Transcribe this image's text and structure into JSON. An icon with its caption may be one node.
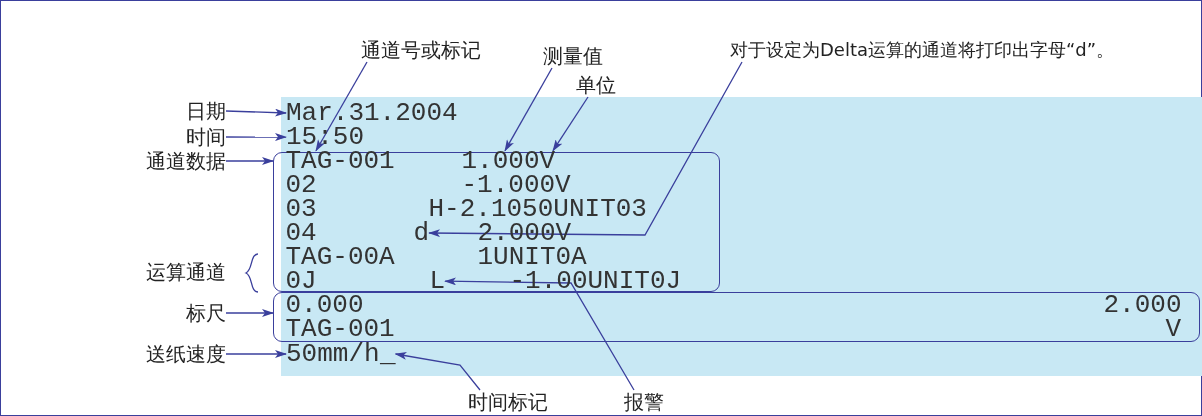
{
  "diagram": {
    "nodes": [
      {
        "text": [
          "通道号或标记"
        ]
      },
      {
        "text": [
          "测量值"
        ]
      },
      {
        "text": [
          "对于设定为Delta运算的通道将打印出字母“d”。"
        ]
      },
      {
        "text": [
          "单位"
        ]
      },
      {
        "text": [
          "日期"
        ]
      },
      {
        "text": [
          "Mar.31.2004"
        ]
      },
      {
        "text": [
          "时间"
        ]
      },
      {
        "text": [
          "15:50"
        ]
      },
      {
        "text": [
          "通道数据"
        ]
      },
      {
        "text": [],
        "shape": "box"
      },
      {
        "text": [
          "TAG-001"
        ],
        "in": 9
      },
      {
        "text": [
          "1.000"
        ],
        "in": 9
      },
      {
        "text": [
          "V"
        ],
        "in": 9
      },
      {
        "text": [
          "02"
        ],
        "in": 9
      },
      {
        "text": [
          "-1.000V"
        ],
        "in": 9
      },
      {
        "text": [
          "03"
        ],
        "in": 9
      },
      {
        "text": [
          "H-2.1050UNIT03"
        ],
        "in": 9
      },
      {
        "text": [
          "04"
        ],
        "in": 9
      },
      {
        "text": [
          "d"
        ],
        "in": 9
      },
      {
        "text": [
          "2.000V"
        ],
        "in": 9
      },
      {
        "text": [
          "TAG-00A"
        ],
        "in": 9
      },
      {
        "text": [
          "1UNIT0A"
        ],
        "in": 9
      },
      {
        "text": [
          "0J"
        ],
        "in": 9
      },
      {
        "text": [
          "L"
        ],
        "in": 9
      },
      {
        "text": [
          "-1.00UNIT0J"
        ],
        "in": 9
      },
      {
        "text": [
          "标尺"
        ]
      },
      {
        "text": [],
        "shape": "box"
      },
      {
        "text": [
          "0.000"
        ],
        "in": 26
      },
      {
        "text": [
          "2.000"
        ],
        "in": 26
      },
      {
        "text": [
          "TAG-001"
        ],
        "in": 26
      },
      {
        "text": [
          "V"
        ],
        "in": 26
      },
      {
        "text": [
          "送纸速度"
        ]
      },
      {
        "text": [
          "50mm/h"
        ]
      },
      {
        "text": [
          "_"
        ]
      },
      {
        "text": [
          "时间标记"
        ]
      },
      {
        "text": [
          "报警"
        ]
      }
    ],
    "edges": [
      {
        "from": 0,
        "to": 10,
        "arrow": "to"
      },
      {
        "from": 1,
        "to": 11,
        "arrow": "to"
      },
      {
        "from": 3,
        "to": 12,
        "arrow": "to"
      },
      {
        "from": 2,
        "to": 18,
        "arrow": "to"
      },
      {
        "from": 4,
        "to": 5,
        "arrow": "to"
      },
      {
        "from": 6,
        "to": 7,
        "arrow": "to"
      },
      {
        "from": 8,
        "to": 9,
        "arrow": "to"
      },
      {
        "from": 25,
        "to": 26,
        "arrow": "to"
      },
      {
        "from": 31,
        "to": 32,
        "arrow": "to"
      },
      {
        "from": 34,
        "to": 33,
        "arrow": "to"
      },
      {
        "from": 35,
        "to": 23,
        "arrow": "to"
      }
    ],
    "labels": [
      "运算通道"
    ]
  }
}
